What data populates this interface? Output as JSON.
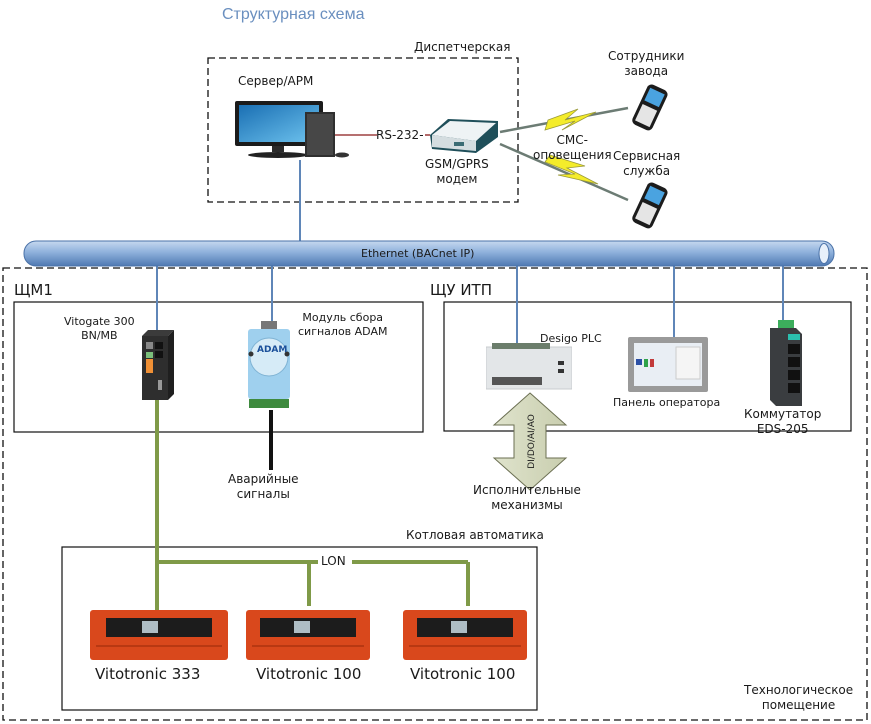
{
  "title": "Структурная схема",
  "zones": {
    "dispatch": "Диспетчерская",
    "tech_room": [
      "Технологическое",
      "помещение"
    ],
    "schm1": "ЩМ1",
    "schu_itp": "ЩУ ИТП",
    "boiler_automation": "Котловая автоматика"
  },
  "network": {
    "ethernet": "Ethernet (BACnet IP)",
    "rs232": "RS-232-",
    "lon": "LON",
    "sms": [
      "СМС-",
      "оповещения"
    ],
    "io_signals": "DI/DO/AI/AO"
  },
  "devices": {
    "server": "Сервер/АРМ",
    "modem": [
      "GSM/GPRS",
      "модем"
    ],
    "staff": [
      "Сотрудники",
      "завода"
    ],
    "service": [
      "Сервисная",
      "служба"
    ],
    "vitogate": [
      "Vitogate 300",
      "BN/MB"
    ],
    "adam": [
      "Модуль сбора",
      "сигналов ADAM"
    ],
    "adam_logo": "ADAM",
    "alarms": [
      "Аварийные",
      "сигналы"
    ],
    "desigo": "Desigo PLC",
    "panel": "Панель оператора",
    "switch": [
      "Коммутатор",
      "EDS-205"
    ],
    "actuators": [
      "Исполнительные",
      "механизмы"
    ],
    "boilers": [
      "Vitotronic 333",
      "Vitotronic 100",
      "Vitotronic 100"
    ]
  },
  "colors": {
    "title": "#6a8fbf",
    "ethernet_line": "#5f86b8",
    "lon_line": "#7f9a48",
    "rs232_line": "#8b1a1a",
    "boiler": "#d9481c",
    "lightning": "#f4ec2a"
  }
}
